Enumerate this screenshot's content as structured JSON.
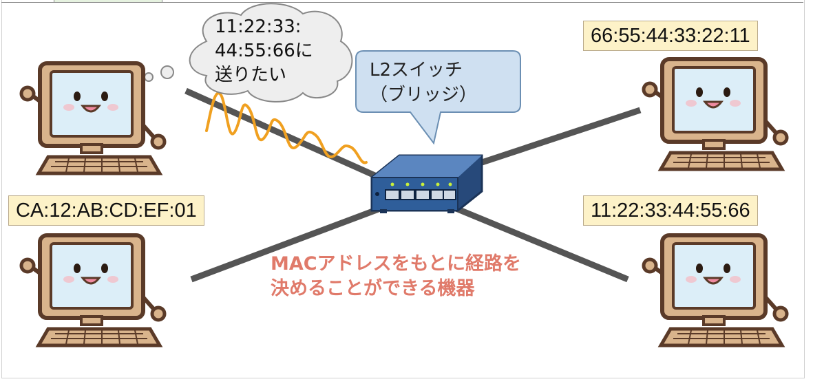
{
  "thought_bubble": {
    "lines": [
      "11:22:33:",
      "44:55:66に",
      "送りたい"
    ]
  },
  "switch_callout": {
    "lines": [
      "L2スイッチ",
      "（ブリッジ）"
    ]
  },
  "mac_labels": {
    "top_right": "66:55:44:33:22:11",
    "bottom_left": "CA:12:AB:CD:EF:01",
    "bottom_right": "11:22:33:44:55:66"
  },
  "caption": {
    "lines": [
      "MACアドレスをもとに経路を",
      "決めることができる機器"
    ]
  },
  "colors": {
    "cable": "#555555",
    "signal": "#f0a020",
    "label_bg": "#fdf2c8",
    "callout_bg": "#cfe0f1",
    "caption": "#e07a6a",
    "monitor_outline": "#5a3a28",
    "screen": "#dceef8",
    "switch_body": "#2f5e9a"
  }
}
